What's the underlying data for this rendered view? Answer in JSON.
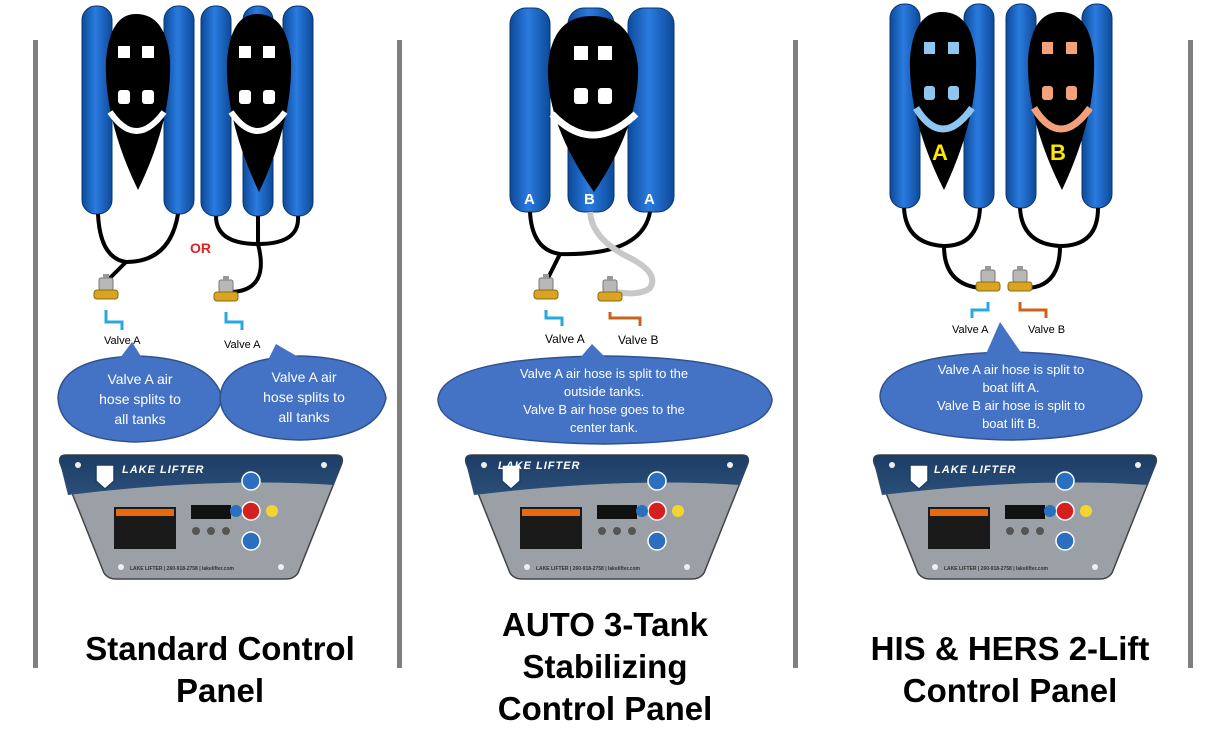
{
  "sections": [
    {
      "title": "Standard Control\nPanel",
      "or_label": "OR",
      "valve_a_left": "Valve A",
      "valve_a_right": "Valve A",
      "bubble_left": "Valve A air\nhose splits to\nall tanks",
      "bubble_right": "Valve A air\nhose splits to\nall tanks"
    },
    {
      "title": "AUTO 3-Tank\nStabilizing\nControl Panel",
      "tank_letters": [
        "A",
        "B",
        "A"
      ],
      "valve_a": "Valve A",
      "valve_b": "Valve B",
      "bubble": "Valve A air hose is split to the\noutside tanks.\nValve B air hose goes to the\ncenter tank."
    },
    {
      "title": "HIS & HERS 2-Lift\nControl Panel",
      "boat_letters": [
        "A",
        "B"
      ],
      "valve_a": "Valve A",
      "valve_b": "Valve B",
      "bubble": "Valve A air hose is split to\nboat lift A.\nValve B air hose is split to\nboat lift B."
    }
  ],
  "panel": {
    "brand": "LAKE  LIFTER",
    "footer": "LAKE LIFTER  |  260-918-2758  |  lakelifter.com"
  },
  "colors": {
    "tank_blue": "#1a64c2",
    "bubble_blue": "#4472c4",
    "divider": "#7f7f7f",
    "valve_a_hose": "#29a8e0",
    "valve_b_hose": "#c8641e",
    "boat_a_accent": "#8fc6ef",
    "boat_b_accent": "#f4a07a"
  }
}
